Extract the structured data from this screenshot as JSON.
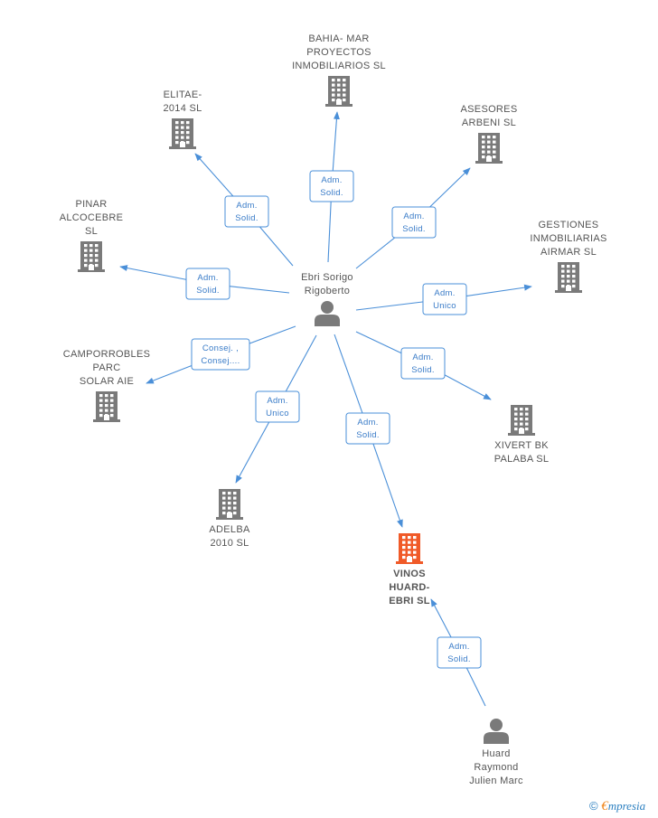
{
  "colors": {
    "company": "#7a7a7a",
    "focus_company": "#f05a28",
    "person": "#7a7a7a",
    "edge": "#4a8fd8"
  },
  "persons": [
    {
      "id": "ebri",
      "lines": [
        "Ebri Sorigo",
        "Rigoberto"
      ],
      "icon": "person-icon"
    },
    {
      "id": "huard",
      "lines": [
        "Huard",
        "Raymond",
        "Julien Marc"
      ],
      "icon": "person-icon"
    }
  ],
  "companies": [
    {
      "id": "bahia",
      "lines": [
        "BAHIA- MAR",
        "PROYECTOS",
        "INMOBILIARIOS SL"
      ],
      "icon": "building-icon"
    },
    {
      "id": "elitae",
      "lines": [
        "ELITAE-",
        "2014  SL"
      ],
      "icon": "building-icon"
    },
    {
      "id": "asesores",
      "lines": [
        "ASESORES",
        "ARBENI  SL"
      ],
      "icon": "building-icon"
    },
    {
      "id": "pinar",
      "lines": [
        "PINAR",
        "ALCOCEBRE",
        "SL"
      ],
      "icon": "building-icon"
    },
    {
      "id": "gestiones",
      "lines": [
        "GESTIONES",
        "INMOBILIARIAS",
        "AIRMAR SL"
      ],
      "icon": "building-icon"
    },
    {
      "id": "camporrobles",
      "lines": [
        "CAMPORROBLES",
        "PARC",
        "SOLAR AIE"
      ],
      "icon": "building-icon"
    },
    {
      "id": "xivert",
      "lines": [
        "XIVERT BK",
        "PALABA  SL"
      ],
      "icon": "building-icon"
    },
    {
      "id": "adelba",
      "lines": [
        "ADELBA",
        "2010 SL"
      ],
      "icon": "building-icon"
    },
    {
      "id": "vinos",
      "lines": [
        "VINOS",
        "HUARD-",
        "EBRI  SL"
      ],
      "icon": "building-icon",
      "focus": true
    }
  ],
  "edges": [
    {
      "from": "ebri",
      "to": "bahia",
      "lines": [
        "Adm.",
        "Solid."
      ]
    },
    {
      "from": "ebri",
      "to": "elitae",
      "lines": [
        "Adm.",
        "Solid."
      ]
    },
    {
      "from": "ebri",
      "to": "asesores",
      "lines": [
        "Adm.",
        "Solid."
      ]
    },
    {
      "from": "ebri",
      "to": "pinar",
      "lines": [
        "Adm.",
        "Solid."
      ]
    },
    {
      "from": "ebri",
      "to": "gestiones",
      "lines": [
        "Adm.",
        "Unico"
      ]
    },
    {
      "from": "ebri",
      "to": "camporrobles",
      "lines": [
        "Consej. ,",
        "Consej...."
      ]
    },
    {
      "from": "ebri",
      "to": "xivert",
      "lines": [
        "Adm.",
        "Solid."
      ]
    },
    {
      "from": "ebri",
      "to": "adelba",
      "lines": [
        "Adm.",
        "Unico"
      ]
    },
    {
      "from": "ebri",
      "to": "vinos",
      "lines": [
        "Adm.",
        "Solid."
      ]
    },
    {
      "from": "huard",
      "to": "vinos",
      "lines": [
        "Adm.",
        "Solid."
      ]
    }
  ],
  "footer": {
    "copyright": "©",
    "brand_initial": "€",
    "brand_rest": "mpresia"
  }
}
